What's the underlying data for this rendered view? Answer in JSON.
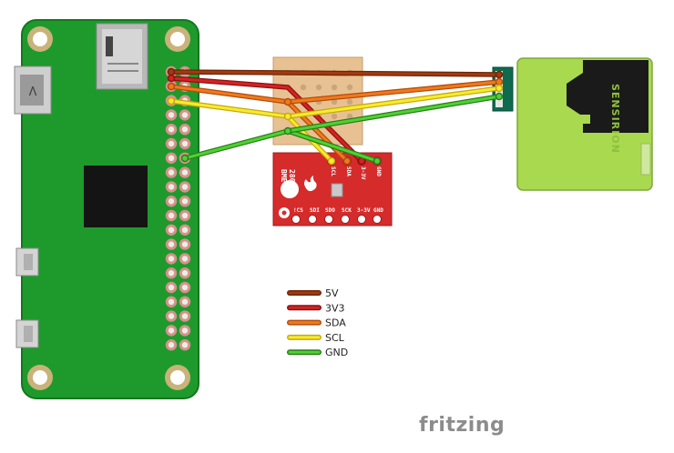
{
  "sensor_board": {
    "title_line1": "BME",
    "title_line2": "280",
    "top_pins": [
      "SCL",
      "SDA",
      "3-3V",
      "GND"
    ],
    "bottom_pins": [
      "!CS",
      "SDI",
      "SDO",
      "SCK",
      "3-3V",
      "GND"
    ]
  },
  "particle_sensor": {
    "brand_text": "SENSIRION"
  },
  "legend": {
    "items": [
      {
        "label": "5V",
        "outer": "#6b2608",
        "inner": "#a33a0f"
      },
      {
        "label": "3V3",
        "outer": "#8f1010",
        "inner": "#d42323"
      },
      {
        "label": "SDA",
        "outer": "#b34c0c",
        "inner": "#f07a1c"
      },
      {
        "label": "SCL",
        "outer": "#c9a80e",
        "inner": "#f6ec2e"
      },
      {
        "label": "GND",
        "outer": "#2a7d1a",
        "inner": "#4ed232"
      }
    ]
  },
  "footer": {
    "brand": "fritzing"
  }
}
